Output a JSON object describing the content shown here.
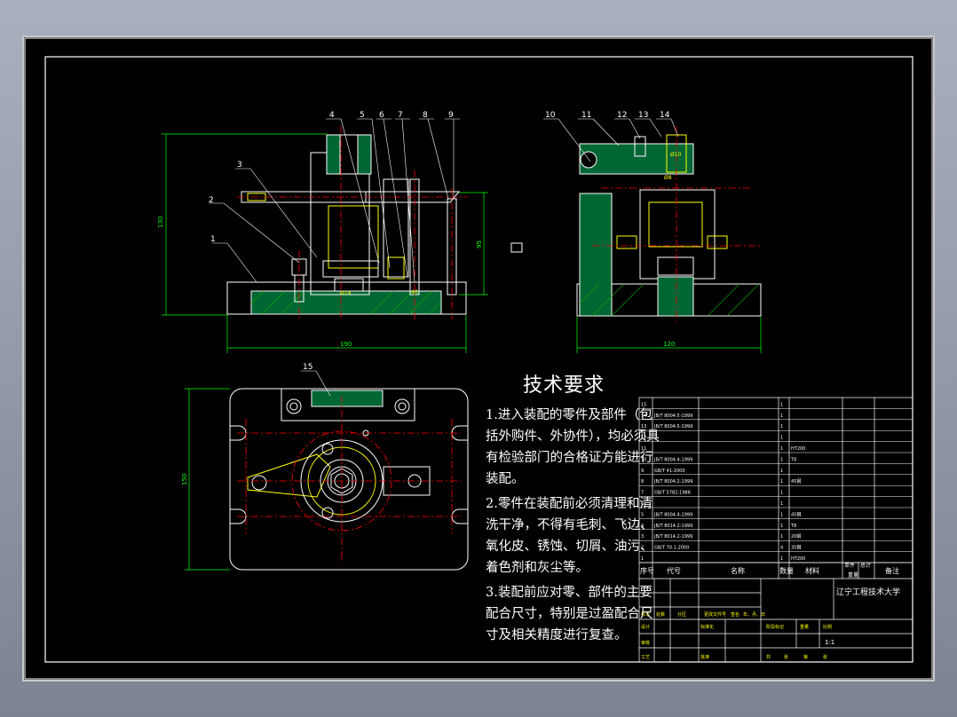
{
  "drawing": {
    "balloons": [
      "1",
      "2",
      "3",
      "4",
      "5",
      "6",
      "7",
      "8",
      "9",
      "10",
      "11",
      "12",
      "13",
      "14",
      "15"
    ],
    "dims": {
      "front_height": "130",
      "front_width": "190",
      "front_right_h": "95",
      "side_width": "120",
      "top_height": "150",
      "small_a": "Ø14",
      "small_b": "Ø10",
      "small_c": "Ø8",
      "small_d": "40"
    },
    "tech_title": "技术要求",
    "tech_items": [
      "1.进入装配的零件及部件（包括外购件、外协件），均必须具有检验部门的合格证方能进行装配。",
      "2.零件在装配前必须清理和清洗干净，不得有毛刺、飞边、氧化皮、锈蚀、切屑、油污、着色剂和灰尘等。",
      "3.装配前应对零、部件的主要配合尺寸，特别是过盈配合尺寸及相关精度进行复查。"
    ]
  },
  "bom": {
    "rows": [
      [
        "15",
        "",
        "",
        "1",
        ""
      ],
      [
        "14",
        "JB/T 8004.5-1999",
        "",
        "1",
        ""
      ],
      [
        "13",
        "JB/T 8004.5-1999",
        "",
        "1",
        ""
      ],
      [
        "12",
        "",
        "",
        "1",
        ""
      ],
      [
        "11",
        "",
        "",
        "1",
        "HT200"
      ],
      [
        "10",
        "JB/T 8004.4-1999",
        "",
        "1",
        "T8"
      ],
      [
        "9",
        "GB/T 41-2000",
        "",
        "1",
        ""
      ],
      [
        "8",
        "JB/T 8004.2-1999",
        "",
        "1",
        "45钢"
      ],
      [
        "7",
        "GB/T 5782-1986",
        "",
        "1",
        ""
      ],
      [
        "6",
        "",
        "",
        "1",
        ""
      ],
      [
        "5",
        "JB/T 8004.4-1999",
        "",
        "1",
        "45钢"
      ],
      [
        "4",
        "JB/T 8014.2-1999",
        "",
        "1",
        "T8"
      ],
      [
        "3",
        "JB/T 8014.2-1999",
        "",
        "1",
        "20钢"
      ],
      [
        "2",
        "GB/T 70.1-2000",
        "",
        "4",
        "35钢"
      ],
      [
        "1",
        "",
        "",
        "1",
        "HT200"
      ]
    ],
    "header": {
      "seq": "序号",
      "code": "代号",
      "name": "名称",
      "qty": "数量",
      "material": "材料",
      "unit": "单件",
      "total": "总计",
      "weight": "重量",
      "remark": "备注"
    },
    "university": "辽宁工程技术大学",
    "scale": "1:1",
    "title_labels": [
      "标记",
      "处数",
      "分区",
      "更改文件号",
      "签名",
      "年、月、日",
      "设计",
      "标准化",
      "阶段标记",
      "重量",
      "比例",
      "审核",
      "工艺",
      "批准",
      "共",
      "张",
      "第",
      "张"
    ]
  }
}
